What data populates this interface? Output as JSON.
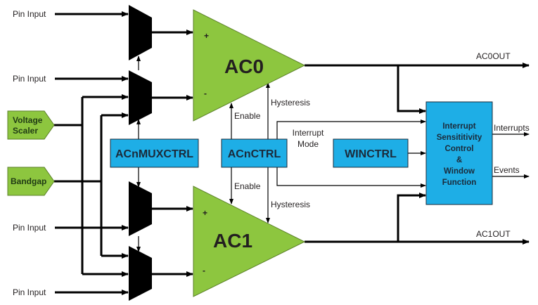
{
  "diagram": {
    "title": "Analog Comparator block diagram",
    "inputs": {
      "pin_input_0": "Pin Input",
      "pin_input_1": "Pin Input",
      "pin_input_2": "Pin Input",
      "pin_input_3": "Pin Input",
      "voltage_scaler_line1": "Voltage",
      "voltage_scaler_line2": "Scaler",
      "bandgap": "Bandgap"
    },
    "comparators": {
      "ac0": {
        "label": "AC0",
        "plus": "+",
        "minus": "-",
        "output": "AC0OUT"
      },
      "ac1": {
        "label": "AC1",
        "plus": "+",
        "minus": "-",
        "output": "AC1OUT"
      }
    },
    "control_blocks": {
      "muxctrl": "ACnMUXCTRL",
      "ctrl": "ACnCTRL",
      "winctrl": "WINCTRL"
    },
    "signals": {
      "enable_top": "Enable",
      "hysteresis_top": "Hysteresis",
      "enable_bottom": "Enable",
      "hysteresis_bottom": "Hysteresis",
      "interrupt_mode_line1": "Interrupt",
      "interrupt_mode_line2": "Mode"
    },
    "interrupt_block": {
      "lines": [
        "Interrupt",
        "Sensititivity",
        "Control",
        "&",
        "Window",
        "Function"
      ]
    },
    "outputs": {
      "interrupts": "Interrupts",
      "events": "Events"
    },
    "colors": {
      "green": "#8dc63f",
      "blue": "#1eaee6",
      "stroke": "#000000"
    }
  }
}
